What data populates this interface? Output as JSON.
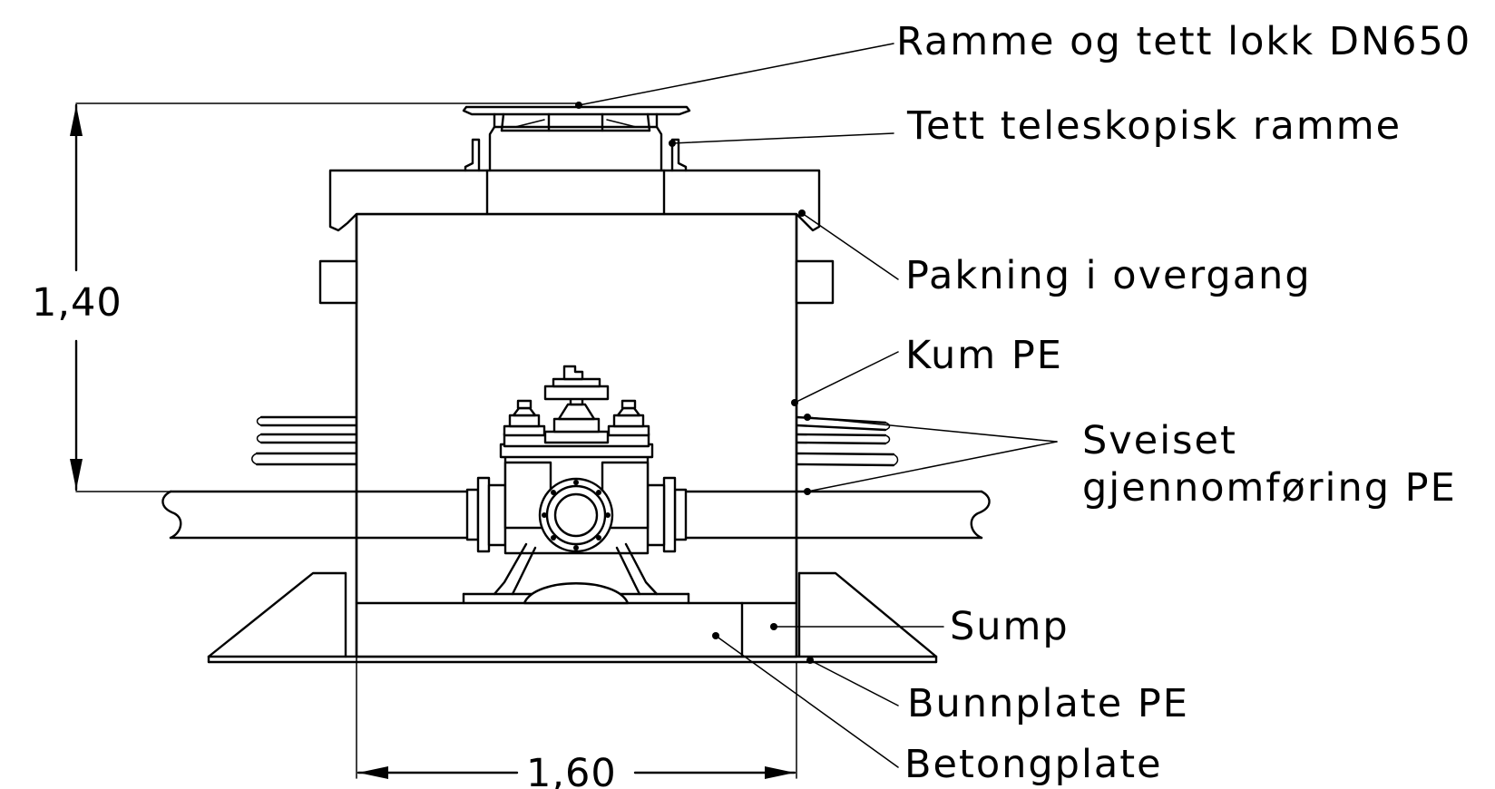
{
  "labels": {
    "ramme_lokk": "Ramme og tett lokk DN650",
    "teleskopisk": "Tett teleskopisk ramme",
    "pakning": "Pakning i overgang",
    "kum": "Kum PE",
    "sveiset_1": "Sveiset",
    "sveiset_2": "gjennomføring PE",
    "sump": "Sump",
    "bunnplate": "Bunnplate PE",
    "betongplate": "Betongplate"
  },
  "dimensions": {
    "height": "1,40",
    "width": "1,60"
  }
}
